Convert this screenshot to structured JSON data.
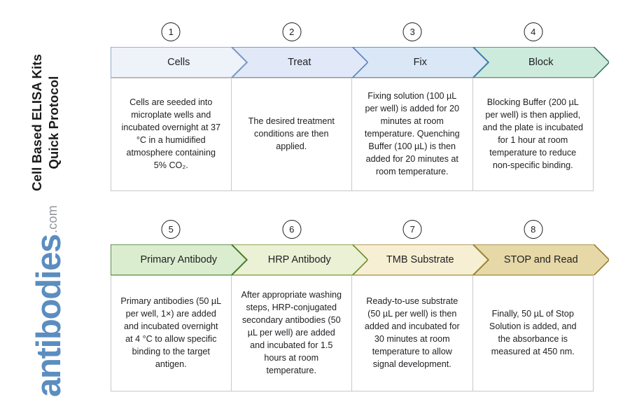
{
  "title_vertical": "Cell Based ELISA Kits\nQuick Protocol",
  "logo": {
    "brand": "antibodies",
    "tld": ".com",
    "brand_color": "#5b8dc0",
    "tld_color": "#8f9499"
  },
  "rows": [
    {
      "name": "row-1",
      "steps": [
        {
          "number": "1",
          "label": "Cells",
          "fill": "#eef3fa",
          "stroke": "#7e9cc4",
          "body": "Cells are seeded into microplate wells and incubated overnight at 37 °C in a humidified atmosphere containing 5% CO₂."
        },
        {
          "number": "2",
          "label": "Treat",
          "fill": "#e1e8f8",
          "stroke": "#5a7fc0",
          "body": "The desired treatment conditions are then applied."
        },
        {
          "number": "3",
          "label": "Fix",
          "fill": "#d9e7f7",
          "stroke": "#3f7fb5",
          "body": "Fixing solution (100 µL per well) is added for 20 minutes at room temperature. Quenching Buffer (100 µL) is then added for 20 minutes at room temperature."
        },
        {
          "number": "4",
          "label": "Block",
          "fill": "#cdebdd",
          "stroke": "#3f7a62",
          "body": "Blocking Buffer (200 µL per well) is then applied, and the plate is incubated for 1 hour at room temperature to reduce non-specific binding."
        }
      ]
    },
    {
      "name": "row-2",
      "steps": [
        {
          "number": "5",
          "label": "Primary Antibody",
          "fill": "#dbedcf",
          "stroke": "#3f7a2e",
          "body": "Primary antibodies (50 µL per well, 1×) are added and incubated overnight at 4 °C to allow specific binding to the target antigen."
        },
        {
          "number": "6",
          "label": "HRP Antibody",
          "fill": "#eaf1d4",
          "stroke": "#6f8a2b",
          "body": "After appropriate washing steps, HRP-conjugated secondary antibodies (50 µL per well) are added and incubated for 1.5 hours at room temperature."
        },
        {
          "number": "7",
          "label": "TMB Substrate",
          "fill": "#f6efd3",
          "stroke": "#9a8533",
          "body": "Ready-to-use substrate (50 µL per well) is then added and incubated for 30 minutes at room temperature to allow signal development."
        },
        {
          "number": "8",
          "label": "STOP and Read",
          "fill": "#e7d8a7",
          "stroke": "#9a7f31",
          "body": "Finally, 50 µL of Stop Solution is added, and the absorbance is measured at 450 nm."
        }
      ]
    }
  ]
}
